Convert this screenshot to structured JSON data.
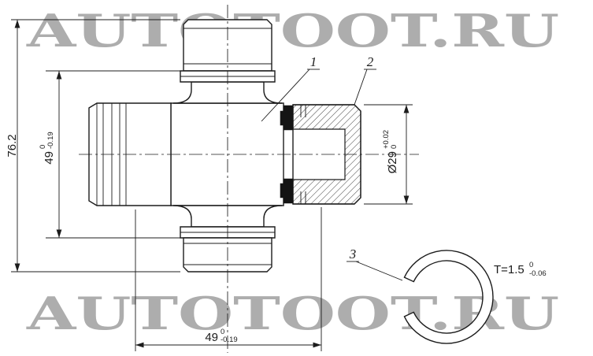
{
  "watermark": {
    "top": "AUTOTOOT.RU",
    "bottom": "AUTOTOOT.RU"
  },
  "callouts": {
    "cross": "1",
    "bearing_cup": "2",
    "snap_ring": "3"
  },
  "dims": {
    "overall_height": {
      "value": "76.2"
    },
    "inner_span_vertical": {
      "value": "49",
      "upper": "0",
      "lower": "-0.19"
    },
    "span_horizontal": {
      "value": "49",
      "upper": "0",
      "lower": "-0.19"
    },
    "cup_diameter": {
      "value": "Ø29",
      "upper": "+0.02",
      "lower": "0"
    },
    "ring_thickness": {
      "value": "T=1.5",
      "upper": "0",
      "lower": "-0.06"
    }
  },
  "colors": {
    "line": "#1c1c1c",
    "watermark": "#adadad",
    "background": "#ffffff",
    "seal": "#141414"
  }
}
